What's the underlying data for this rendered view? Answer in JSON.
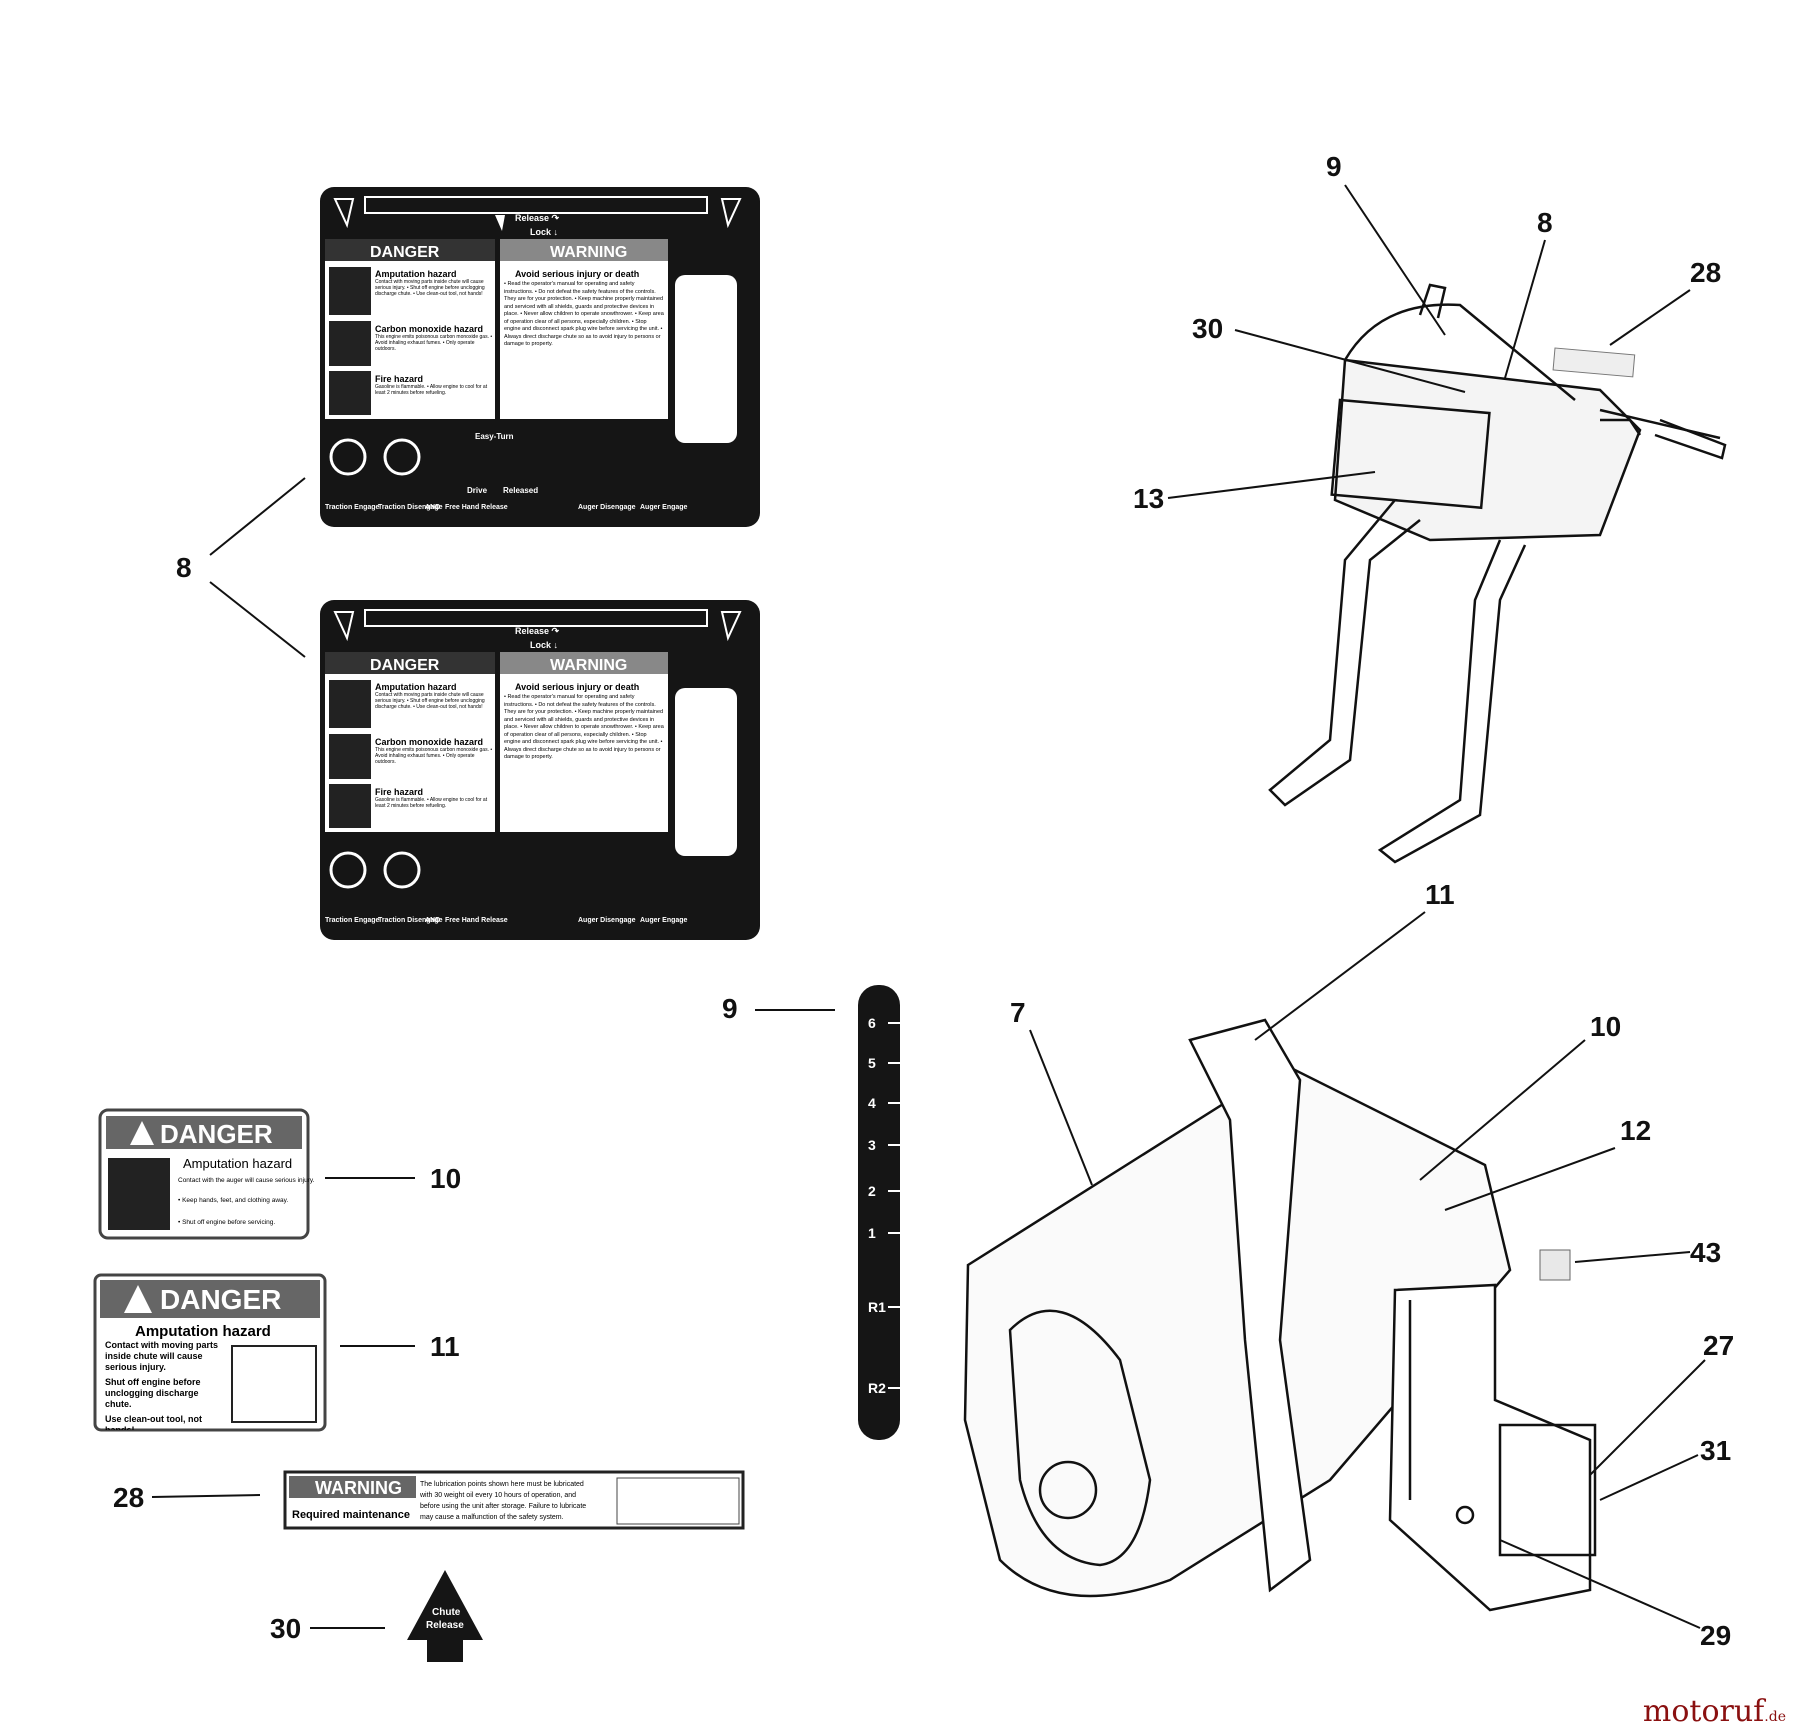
{
  "callouts": {
    "c8a": "8",
    "c8b": "8",
    "c9a": "9",
    "c9b": "9",
    "c28a": "28",
    "c28b": "28",
    "c30a": "30",
    "c30b": "30",
    "c13": "13",
    "c11a": "11",
    "c11b": "11",
    "c10a": "10",
    "c10b": "10",
    "c7": "7",
    "c12": "12",
    "c43": "43",
    "c27": "27",
    "c31": "31",
    "c29": "29"
  },
  "big_decal": {
    "release": "Release ↷",
    "lock": "Lock ↓",
    "danger": "DANGER",
    "warning": "WARNING",
    "amp_title": "Amputation hazard",
    "amp_text": "Contact with moving parts inside chute will cause serious injury. • Shut off engine before unclogging discharge chute. • Use clean-out tool, not hands!",
    "co_title": "Carbon monoxide hazard",
    "co_text": "This engine emits poisonous carbon monoxide gas. • Avoid inhaling exhaust fumes. • Only operate outdoors.",
    "fire_title": "Fire hazard",
    "fire_text": "Gasoline is flammable. • Allow engine to cool for at least 2 minutes before refueling.",
    "warn_title": "Avoid serious injury or death",
    "warn_text": "• Read the operator's manual for operating and safety instructions. • Do not defeat the safety features of the controls. They are for your protection. • Keep machine properly maintained and serviced with all shields, guards and protective devices in place. • Never allow children to operate snowthrower. • Keep area of operation clear of all persons, especially children. • Stop engine and disconnect spark plug wire before servicing the unit. • Always direct discharge chute so as to avoid injury to persons or damage to property.",
    "easy_turn": "Easy-Turn",
    "traction_engage": "Traction Engage",
    "traction_disengage": "Traction Disengage",
    "and": "AND",
    "free_hand_release": "Free Hand Release",
    "drive": "Drive",
    "released": "Released",
    "auger_disengage": "Auger Disengage",
    "auger_engage": "Auger Engage"
  },
  "speed_decal": {
    "labels": [
      "6",
      "5",
      "4",
      "3",
      "2",
      "1",
      "R1",
      "R2"
    ]
  },
  "danger10": {
    "header": "DANGER",
    "title": "Amputation hazard",
    "line1": "Contact with the auger will cause serious injury.",
    "line2": "• Keep hands, feet, and clothing away.",
    "line3": "• Shut off engine before servicing."
  },
  "danger11": {
    "header": "DANGER",
    "title": "Amputation hazard",
    "line1": "Contact with moving parts inside chute will cause serious injury.",
    "line2": "Shut off engine before unclogging discharge chute.",
    "line3": "Use clean-out tool, not hands!"
  },
  "warning28": {
    "header": "WARNING",
    "sub": "Required maintenance",
    "text1": "The lubrication points shown here must be lubricated",
    "text2": "with 30 weight oil every 10 hours of operation, and",
    "text3": "before using the unit after storage. Failure to lubricate",
    "text4": "may cause a malfunction of the safety system."
  },
  "chute30": {
    "line1": "Chute",
    "line2": "Release"
  },
  "watermark": {
    "brand": "motoruf",
    "tld": ".de"
  }
}
